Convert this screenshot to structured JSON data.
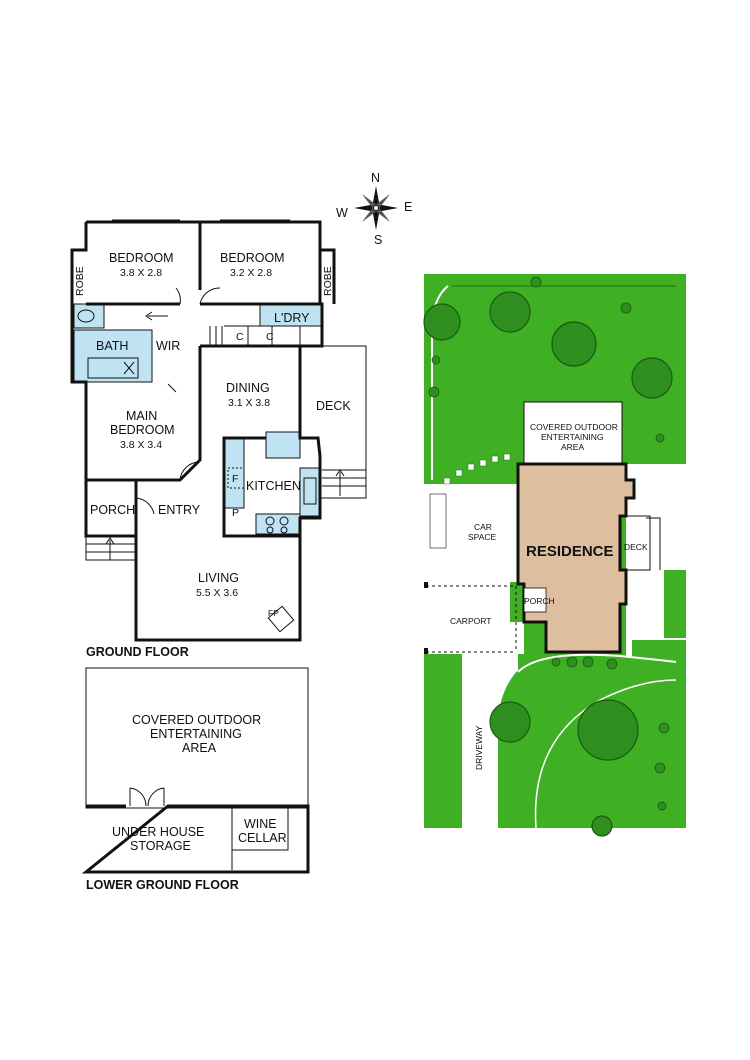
{
  "compass": {
    "n": "N",
    "s": "S",
    "e": "E",
    "w": "W"
  },
  "ground_floor": {
    "label": "GROUND FLOOR",
    "rooms": {
      "bedroom1": {
        "name": "BEDROOM",
        "size": "3.8 X 2.8"
      },
      "bedroom2": {
        "name": "BEDROOM",
        "size": "3.2 X 2.8"
      },
      "robe_left": "ROBE",
      "robe_right": "ROBE",
      "ldry": "L'DRY",
      "cupboard1": "C",
      "cupboard2": "C",
      "bath": "BATH",
      "wir": "WIR",
      "main_bedroom": {
        "name1": "MAIN",
        "name2": "BEDROOM",
        "size": "3.8 X 3.4"
      },
      "dining": {
        "name": "DINING",
        "size": "3.1 X 3.8"
      },
      "deck": "DECK",
      "kitchen": "KITCHEN",
      "fridge": "F",
      "pantry": "P",
      "porch": "PORCH",
      "entry": "ENTRY",
      "living": {
        "name": "LIVING",
        "size": "5.5 X 3.6"
      },
      "fireplace": "FP"
    }
  },
  "lower_ground_floor": {
    "label": "LOWER GROUND FLOOR",
    "covered_area": {
      "line1": "COVERED OUTDOOR",
      "line2": "ENTERTAINING",
      "line3": "AREA"
    },
    "storage": {
      "line1": "UNDER HOUSE",
      "line2": "STORAGE"
    },
    "wine_cellar": {
      "line1": "WINE",
      "line2": "CELLAR"
    }
  },
  "site_plan": {
    "covered_area": {
      "line1": "COVERED OUTDOOR",
      "line2": "ENTERTAINING",
      "line3": "AREA"
    },
    "residence": "RESIDENCE",
    "car_space": {
      "line1": "CAR",
      "line2": "SPACE"
    },
    "deck": "DECK",
    "porch": "PORCH",
    "carport": "CARPORT",
    "driveway": "DRIVEWAY"
  },
  "colors": {
    "grass": "#3fb024",
    "tree": "#2e8f1f",
    "residence": "#ddbfa0",
    "wet_area": "#bfe3f2"
  }
}
